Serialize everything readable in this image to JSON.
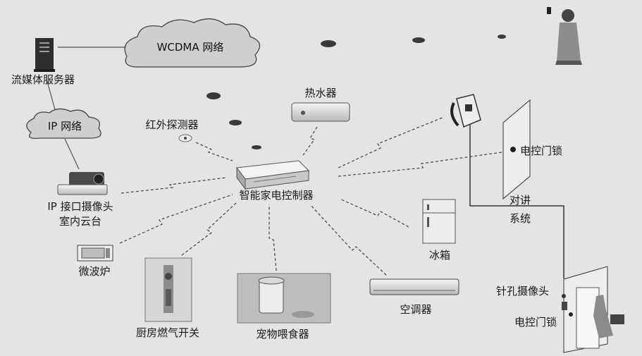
{
  "colors": {
    "background": "#e4e4e4",
    "wire": "#333333",
    "cloud_fill": "#cfcfcf",
    "device_fill": "#ededed",
    "dark": "#3a3a3a"
  },
  "networks": {
    "wcdma": "WCDMA 网络",
    "ip": "IP 网络"
  },
  "devices": {
    "media_server": "流媒体服务器",
    "camera": [
      "IP 接口摄像头",
      "室内云台"
    ],
    "microwave": "微波炉",
    "gas_switch": "厨房燃气开关",
    "pet_feeder": "宠物喂食器",
    "air_conditioner": "空调器",
    "fridge": "冰箱",
    "water_heater": "热水器",
    "ir_detector": "红外探测器",
    "controller": "智能家电控制器",
    "door_lock_upper": "电控门锁",
    "intercom": [
      "对讲",
      "系统"
    ],
    "pinhole_camera": "针孔摄像头",
    "door_lock_lower": "电控门锁"
  }
}
